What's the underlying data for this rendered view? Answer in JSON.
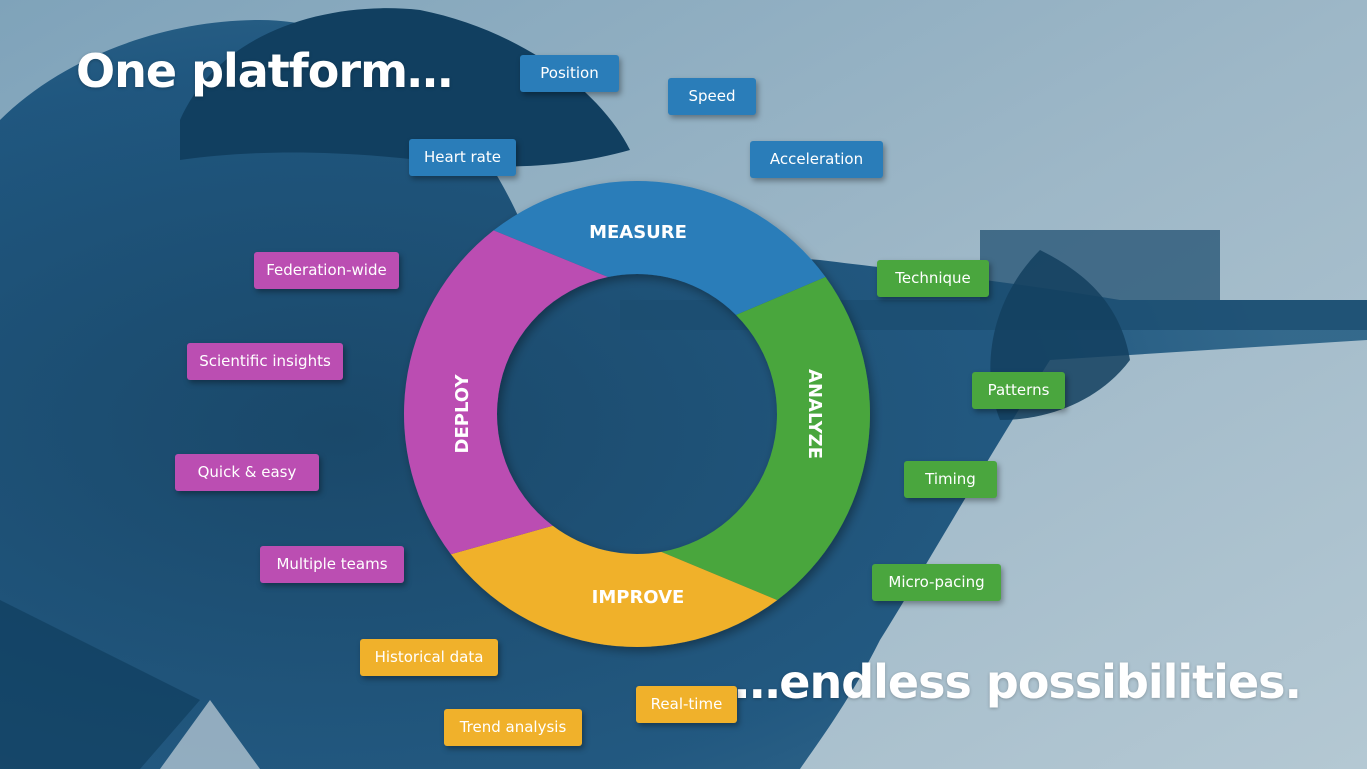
{
  "headlines": {
    "top": "One platform…",
    "bottom": "…endless possibilities."
  },
  "colors": {
    "measure": "#2a7db9",
    "analyze": "#4aa63e",
    "improve": "#f0b12b",
    "deploy": "#bb4eb2",
    "background_dark": "#13476c",
    "background_light": "#a7bfcc"
  },
  "cycle": {
    "segments": [
      {
        "label": "MEASURE",
        "color": "#2a7db9"
      },
      {
        "label": "ANALYZE",
        "color": "#4aa63e"
      },
      {
        "label": "IMPROVE",
        "color": "#f0b12b"
      },
      {
        "label": "DEPLOY",
        "color": "#bb4eb2"
      }
    ]
  },
  "tags": {
    "measure": [
      "Position",
      "Speed",
      "Heart rate",
      "Acceleration"
    ],
    "analyze": [
      "Technique",
      "Patterns",
      "Timing",
      "Micro-pacing"
    ],
    "improve": [
      "Historical data",
      "Real-time",
      "Trend analysis"
    ],
    "deploy": [
      "Federation-wide",
      "Scientific insights",
      "Quick & easy",
      "Multiple teams"
    ]
  }
}
